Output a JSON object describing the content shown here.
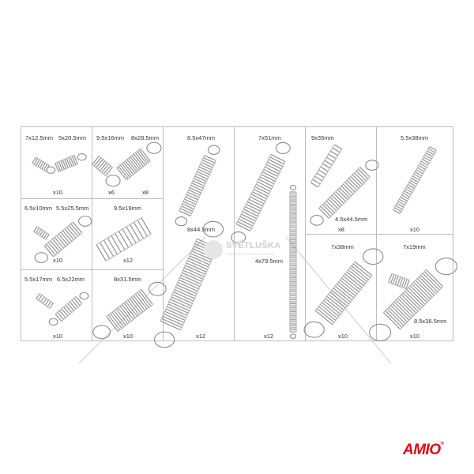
{
  "cells": [
    {
      "id": "c1",
      "labels": [
        "7x12.5mm",
        "5x20.5mm"
      ],
      "count": "x10"
    },
    {
      "id": "c2",
      "labels": [
        "9.5x16mm",
        "8x28.5mm"
      ],
      "counts": [
        "x6",
        "x8"
      ]
    },
    {
      "id": "c3",
      "labels": [
        "8.5x47mm",
        "8x44.5mm"
      ],
      "count": "x12"
    },
    {
      "id": "c4",
      "labels": [
        "7x51mm",
        "4x79.5mm"
      ],
      "count": "x12"
    },
    {
      "id": "c5",
      "labels": [
        "9x35mm",
        "4.5x44.5mm"
      ],
      "count": "x8"
    },
    {
      "id": "c6",
      "labels": [
        "5.5x38mm"
      ],
      "count": "x10"
    },
    {
      "id": "c7",
      "labels": [
        "6.5x10mm",
        "5.5x25.5mm"
      ],
      "count": "x10"
    },
    {
      "id": "c8",
      "labels": [
        "9.5x19mm"
      ],
      "count": "x12"
    },
    {
      "id": "c9",
      "labels": [
        "5.5x17mm",
        "6.5x22mm"
      ],
      "count": "x10"
    },
    {
      "id": "c10",
      "labels": [
        "8x31.5mm"
      ],
      "count": "x10"
    },
    {
      "id": "c11",
      "labels": [
        "7x38mm"
      ],
      "count": "x10"
    },
    {
      "id": "c12",
      "labels": [
        "7x19mm",
        "8.5x36.5mm"
      ],
      "count": "x10"
    }
  ],
  "watermark": {
    "title": "SVĚTLUŠKA",
    "subtitle": "SVĚT SVĚTEL A AUTODOPLŇKŮ",
    "icon": "firefly-icon"
  },
  "logo": {
    "text": "AMIO",
    "mark": "®",
    "color": "#e30613"
  }
}
